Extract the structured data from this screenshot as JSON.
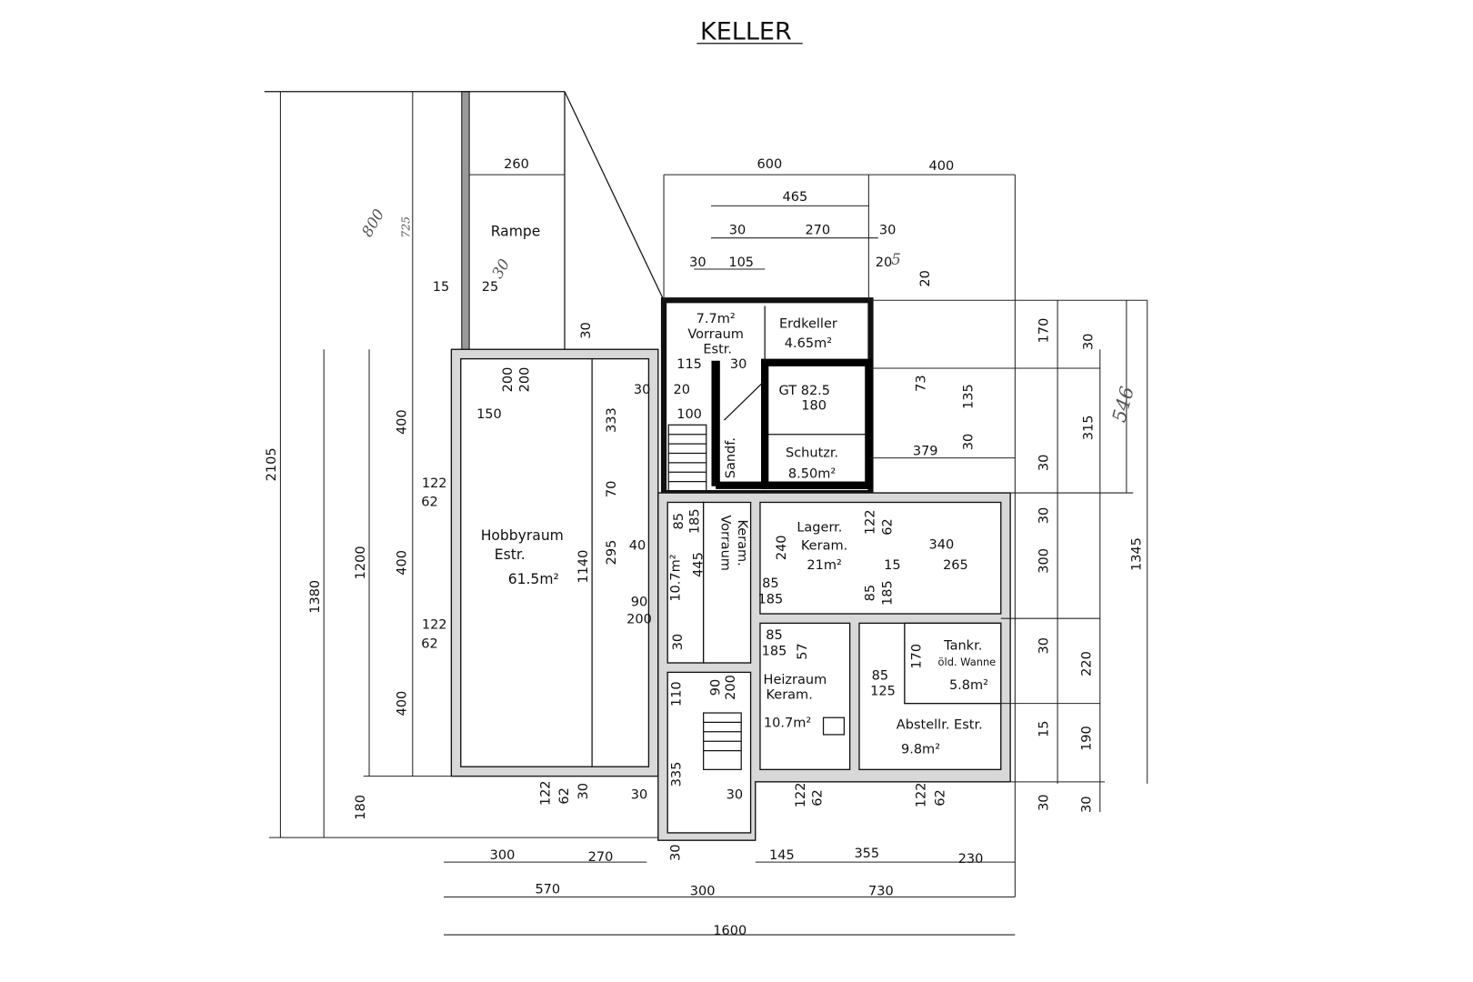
{
  "title": "KELLER",
  "rooms": {
    "rampe": "Rampe",
    "hobby_name": "Hobbyraum",
    "hobby_floor": "Estr.",
    "hobby_area": "61.5m²",
    "vorraum_area": "7.7m²",
    "vorraum_name": "Vorraum",
    "vorraum_floor": "Estr.",
    "erdkeller_name": "Erdkeller",
    "erdkeller_area": "4.65m²",
    "gt": "GT 82.5",
    "gt_h": "180",
    "sandf": "Sandf.",
    "schutz_name": "Schutzr.",
    "schutz_area": "8.50m²",
    "lager_name": "Lagerr.",
    "lager_floor": "Keram.",
    "lager_area": "21m²",
    "vorraum2_name": "Vorraum",
    "vorraum2_floor": "Keram.",
    "vorraum2_area": "10.7m²",
    "tank_name": "Tankr.",
    "tank_sub": "öld. Wanne",
    "tank_area": "5.8m²",
    "heiz_name": "Heizraum",
    "heiz_floor": "Keram.",
    "heiz_area": "10.7m²",
    "abstell_name": "Abstellr. Estr.",
    "abstell_area": "9.8m²"
  },
  "handwritten": [
    "800",
    "725",
    "30",
    "5",
    "546"
  ],
  "dims": {
    "top": [
      "600",
      "400",
      "465",
      "30",
      "270",
      "30",
      "30",
      "105",
      "20",
      "20"
    ],
    "rampe": [
      "260",
      "15",
      "25"
    ],
    "left": [
      "2105",
      "1380",
      "1200",
      "400",
      "400",
      "400",
      "180",
      "122",
      "62",
      "122",
      "62"
    ],
    "hobby": [
      "30",
      "200",
      "200",
      "150",
      "333",
      "1140"
    ],
    "stair": [
      "115",
      "30",
      "30",
      "20",
      "100",
      "70",
      "85",
      "185",
      "40",
      "295",
      "445",
      "90",
      "200",
      "30",
      "110",
      "90",
      "200",
      "335",
      "30",
      "30"
    ],
    "inner": [
      "240",
      "122",
      "62",
      "340",
      "15",
      "265",
      "85",
      "185",
      "85",
      "185",
      "85",
      "185",
      "57",
      "170",
      "85",
      "125",
      "379",
      "73",
      "135",
      "30"
    ],
    "right": [
      "170",
      "30",
      "30",
      "300",
      "30",
      "15",
      "30",
      "315",
      "220",
      "190",
      "30",
      "546",
      "1345"
    ],
    "bottom": [
      "122",
      "62",
      "30",
      "30",
      "122",
      "62",
      "122",
      "62",
      "30",
      "300",
      "270",
      "145",
      "355",
      "230",
      "570",
      "300",
      "730",
      "1600"
    ]
  }
}
